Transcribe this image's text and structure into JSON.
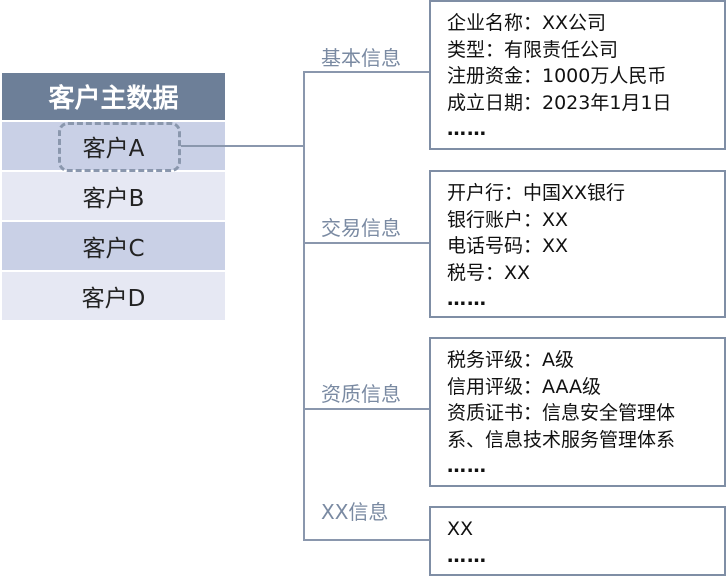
{
  "table": {
    "header": "客户主数据",
    "customers": [
      "客户A",
      "客户B",
      "客户C",
      "客户D"
    ]
  },
  "branches": [
    {
      "label": "基本信息",
      "lines": [
        "企业名称：XX公司",
        "类型：有限责任公司",
        "注册资金：1000万人民币",
        "成立日期：2023年1月1日",
        "……"
      ]
    },
    {
      "label": "交易信息",
      "lines": [
        "开户行：中国XX银行",
        "银行账户：XX",
        "电话号码：XX",
        "税号：XX",
        "……"
      ]
    },
    {
      "label": "资质信息",
      "lines": [
        "税务评级：A级",
        "信用评级：AAA级",
        "资质证书：信息安全管理体",
        "系、信息技术服务管理体系",
        "……"
      ]
    },
    {
      "label": "XX信息",
      "lines": [
        "XX",
        "……"
      ]
    }
  ],
  "colors": {
    "header_bg": "#6d7f98",
    "row_dark": "#c9d0e6",
    "row_light": "#e6e8f3",
    "line": "#8a97ad",
    "label_text": "#7a8aa2"
  }
}
